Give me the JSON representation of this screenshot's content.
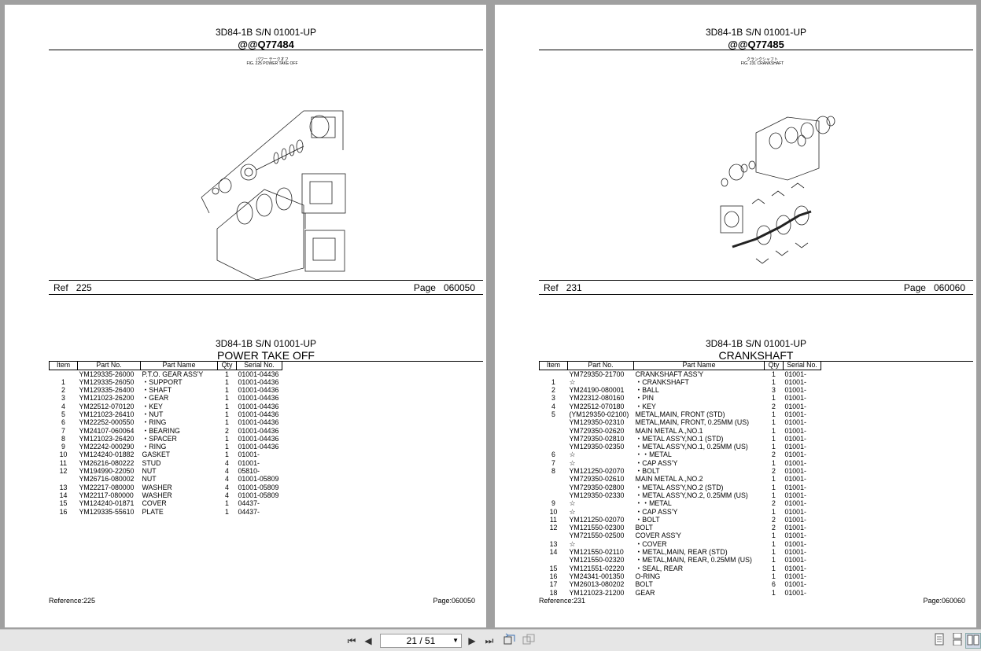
{
  "left": {
    "header": {
      "model": "3D84-1B S/N 01001-UP",
      "code": "@@Q77484"
    },
    "fig": {
      "jp": "パワー テークオフ",
      "label": "FIG. 225 POWER TAKE OFF"
    },
    "ref": {
      "label": "Ref",
      "value": "225"
    },
    "page": {
      "label": "Page",
      "value": "060050"
    },
    "parts_title": {
      "model": "3D84-1B S/N 01001-UP",
      "name": "POWER TAKE OFF"
    },
    "columns": [
      "Item",
      "Part No.",
      "Part Name",
      "Qty",
      "Serial No."
    ],
    "rows": [
      [
        "",
        "YM129335-26000",
        "P.T.O. GEAR ASS'Y",
        "1",
        "01001-04436"
      ],
      [
        "1",
        "YM129335-26050",
        "・SUPPORT",
        "1",
        "01001-04436"
      ],
      [
        "2",
        "YM129335-26400",
        "・SHAFT",
        "1",
        "01001-04436"
      ],
      [
        "3",
        "YM121023-26200",
        "・GEAR",
        "1",
        "01001-04436"
      ],
      [
        "4",
        "YM22512-070120",
        "・KEY",
        "1",
        "01001-04436"
      ],
      [
        "5",
        "YM121023-26410",
        "・NUT",
        "1",
        "01001-04436"
      ],
      [
        "6",
        "YM22252-000550",
        "・RING",
        "1",
        "01001-04436"
      ],
      [
        "7",
        "YM24107-060064",
        "・BEARING",
        "2",
        "01001-04436"
      ],
      [
        "8",
        "YM121023-26420",
        "・SPACER",
        "1",
        "01001-04436"
      ],
      [
        "9",
        "YM22242-000290",
        "・RING",
        "1",
        "01001-04436"
      ],
      [
        "10",
        "YM124240-01882",
        "GASKET",
        "1",
        "01001-"
      ],
      [
        "11",
        "YM26216-080222",
        "STUD",
        "4",
        "01001-"
      ],
      [
        "12",
        "YM194990-22050",
        "NUT",
        "4",
        "05810-"
      ],
      [
        "",
        "YM26716-080002",
        "NUT",
        "4",
        "01001-05809"
      ],
      [
        "13",
        "YM22217-080000",
        "WASHER",
        "4",
        "01001-05809"
      ],
      [
        "14",
        "YM22117-080000",
        "WASHER",
        "4",
        "01001-05809"
      ],
      [
        "15",
        "YM124240-01871",
        "COVER",
        "1",
        "04437-"
      ],
      [
        "16",
        "YM129335-55610",
        "PLATE",
        "1",
        "04437-"
      ]
    ],
    "footer": {
      "reference": "Reference:225",
      "page": "Page:060050"
    }
  },
  "right": {
    "header": {
      "model": "3D84-1B S/N 01001-UP",
      "code": "@@Q77485"
    },
    "fig": {
      "jp": "クランクシャフト",
      "label": "FIG. 231 CRANKSHAFT"
    },
    "ref": {
      "label": "Ref",
      "value": "231"
    },
    "page": {
      "label": "Page",
      "value": "060060"
    },
    "parts_title": {
      "model": "3D84-1B S/N 01001-UP",
      "name": "CRANKSHAFT"
    },
    "columns": [
      "Item",
      "Part No.",
      "Part Name",
      "Qty",
      "Serial No."
    ],
    "rows": [
      [
        "",
        "YM729350-21700",
        "CRANKSHAFT ASS'Y",
        "1",
        "01001-"
      ],
      [
        "1",
        "☆",
        "・CRANKSHAFT",
        "1",
        "01001-"
      ],
      [
        "2",
        "YM24190-080001",
        "・BALL",
        "3",
        "01001-"
      ],
      [
        "3",
        "YM22312-080160",
        "・PIN",
        "1",
        "01001-"
      ],
      [
        "4",
        "YM22512-070180",
        "・KEY",
        "2",
        "01001-"
      ],
      [
        "5",
        "(YM129350-02100)",
        "METAL,MAIN, FRONT (STD)",
        "1",
        "01001-"
      ],
      [
        "",
        "YM129350-02310",
        "METAL,MAIN, FRONT, 0.25MM (US)",
        "1",
        "01001-"
      ],
      [
        "",
        "YM729350-02620",
        "MAIN METAL A.,NO.1",
        "1",
        "01001-"
      ],
      [
        "",
        "YM729350-02810",
        "・METAL ASS'Y,NO.1 (STD)",
        "1",
        "01001-"
      ],
      [
        "",
        "YM129350-02350",
        "・METAL ASS'Y,NO.1, 0.25MM (US)",
        "1",
        "01001-"
      ],
      [
        "6",
        "☆",
        "・・METAL",
        "2",
        "01001-"
      ],
      [
        "7",
        "☆",
        "・CAP ASS'Y",
        "1",
        "01001-"
      ],
      [
        "8",
        "YM121250-02070",
        "・BOLT",
        "2",
        "01001-"
      ],
      [
        "",
        "YM729350-02610",
        "MAIN METAL A.,NO.2",
        "1",
        "01001-"
      ],
      [
        "",
        "YM729350-02800",
        "・METAL ASS'Y,NO.2 (STD)",
        "1",
        "01001-"
      ],
      [
        "",
        "YM129350-02330",
        "・METAL ASS'Y,NO.2, 0.25MM (US)",
        "1",
        "01001-"
      ],
      [
        "9",
        "☆",
        "・・METAL",
        "2",
        "01001-"
      ],
      [
        "10",
        "☆",
        "・CAP ASS'Y",
        "1",
        "01001-"
      ],
      [
        "11",
        "YM121250-02070",
        "・BOLT",
        "2",
        "01001-"
      ],
      [
        "12",
        "YM121550-02300",
        "BOLT",
        "2",
        "01001-"
      ],
      [
        "",
        "YM721550-02500",
        "COVER ASS'Y",
        "1",
        "01001-"
      ],
      [
        "13",
        "☆",
        "・COVER",
        "1",
        "01001-"
      ],
      [
        "14",
        "YM121550-02110",
        "・METAL,MAIN, REAR (STD)",
        "1",
        "01001-"
      ],
      [
        "",
        "YM121550-02320",
        "・METAL,MAIN, REAR, 0.25MM (US)",
        "1",
        "01001-"
      ],
      [
        "15",
        "YM121551-02220",
        "・SEAL, REAR",
        "1",
        "01001-"
      ],
      [
        "16",
        "YM24341-001350",
        "O-RING",
        "1",
        "01001-"
      ],
      [
        "17",
        "YM26013-080202",
        "BOLT",
        "6",
        "01001-"
      ],
      [
        "18",
        "YM121023-21200",
        "GEAR",
        "1",
        "01001-"
      ]
    ],
    "footer": {
      "reference": "Reference:231",
      "page": "Page:060060"
    }
  },
  "toolbar": {
    "page_indicator": "21 / 51"
  }
}
